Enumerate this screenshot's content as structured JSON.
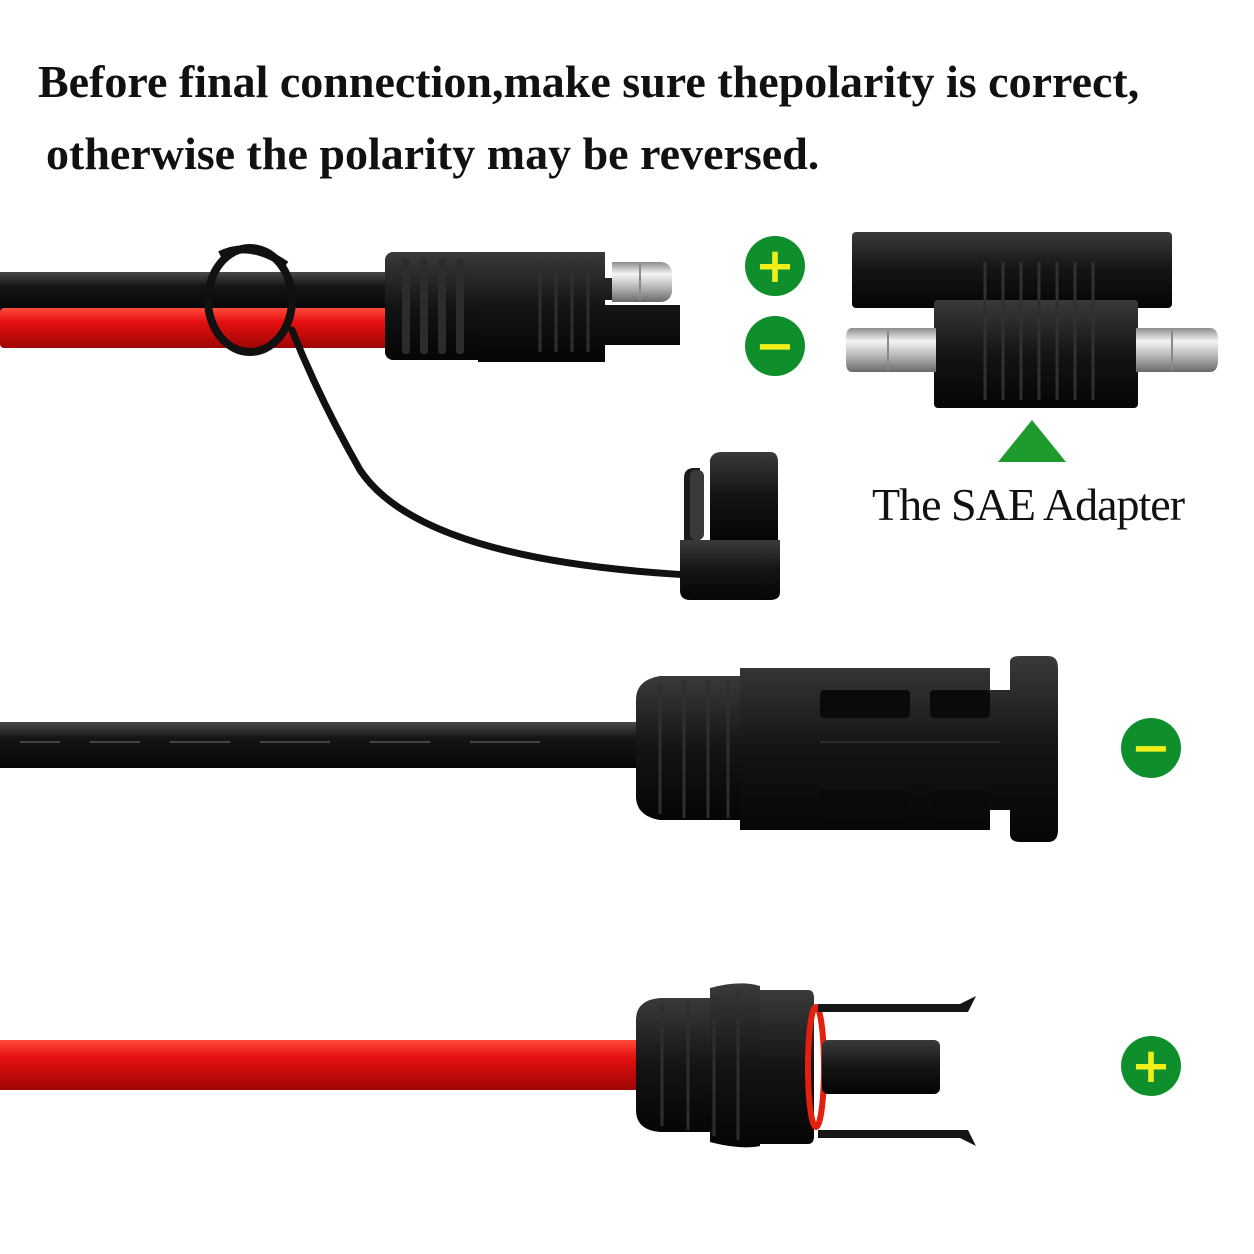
{
  "headline": {
    "line1": "Before final connection,make sure thepolarity is correct,",
    "line2": "otherwise the polarity may be reversed."
  },
  "adapter_caption": "The SAE Adapter",
  "polarity": {
    "positive_symbol": "+",
    "negative_symbol": "−"
  },
  "colors": {
    "badge_green": "#0e8f2c",
    "badge_symbol": "#f2ee1a",
    "arrow_green": "#1f9a2e",
    "wire_red": "#e01010",
    "wire_black": "#111111"
  },
  "icons": [
    "positive-badge-icon",
    "negative-badge-icon",
    "up-arrow-icon"
  ]
}
